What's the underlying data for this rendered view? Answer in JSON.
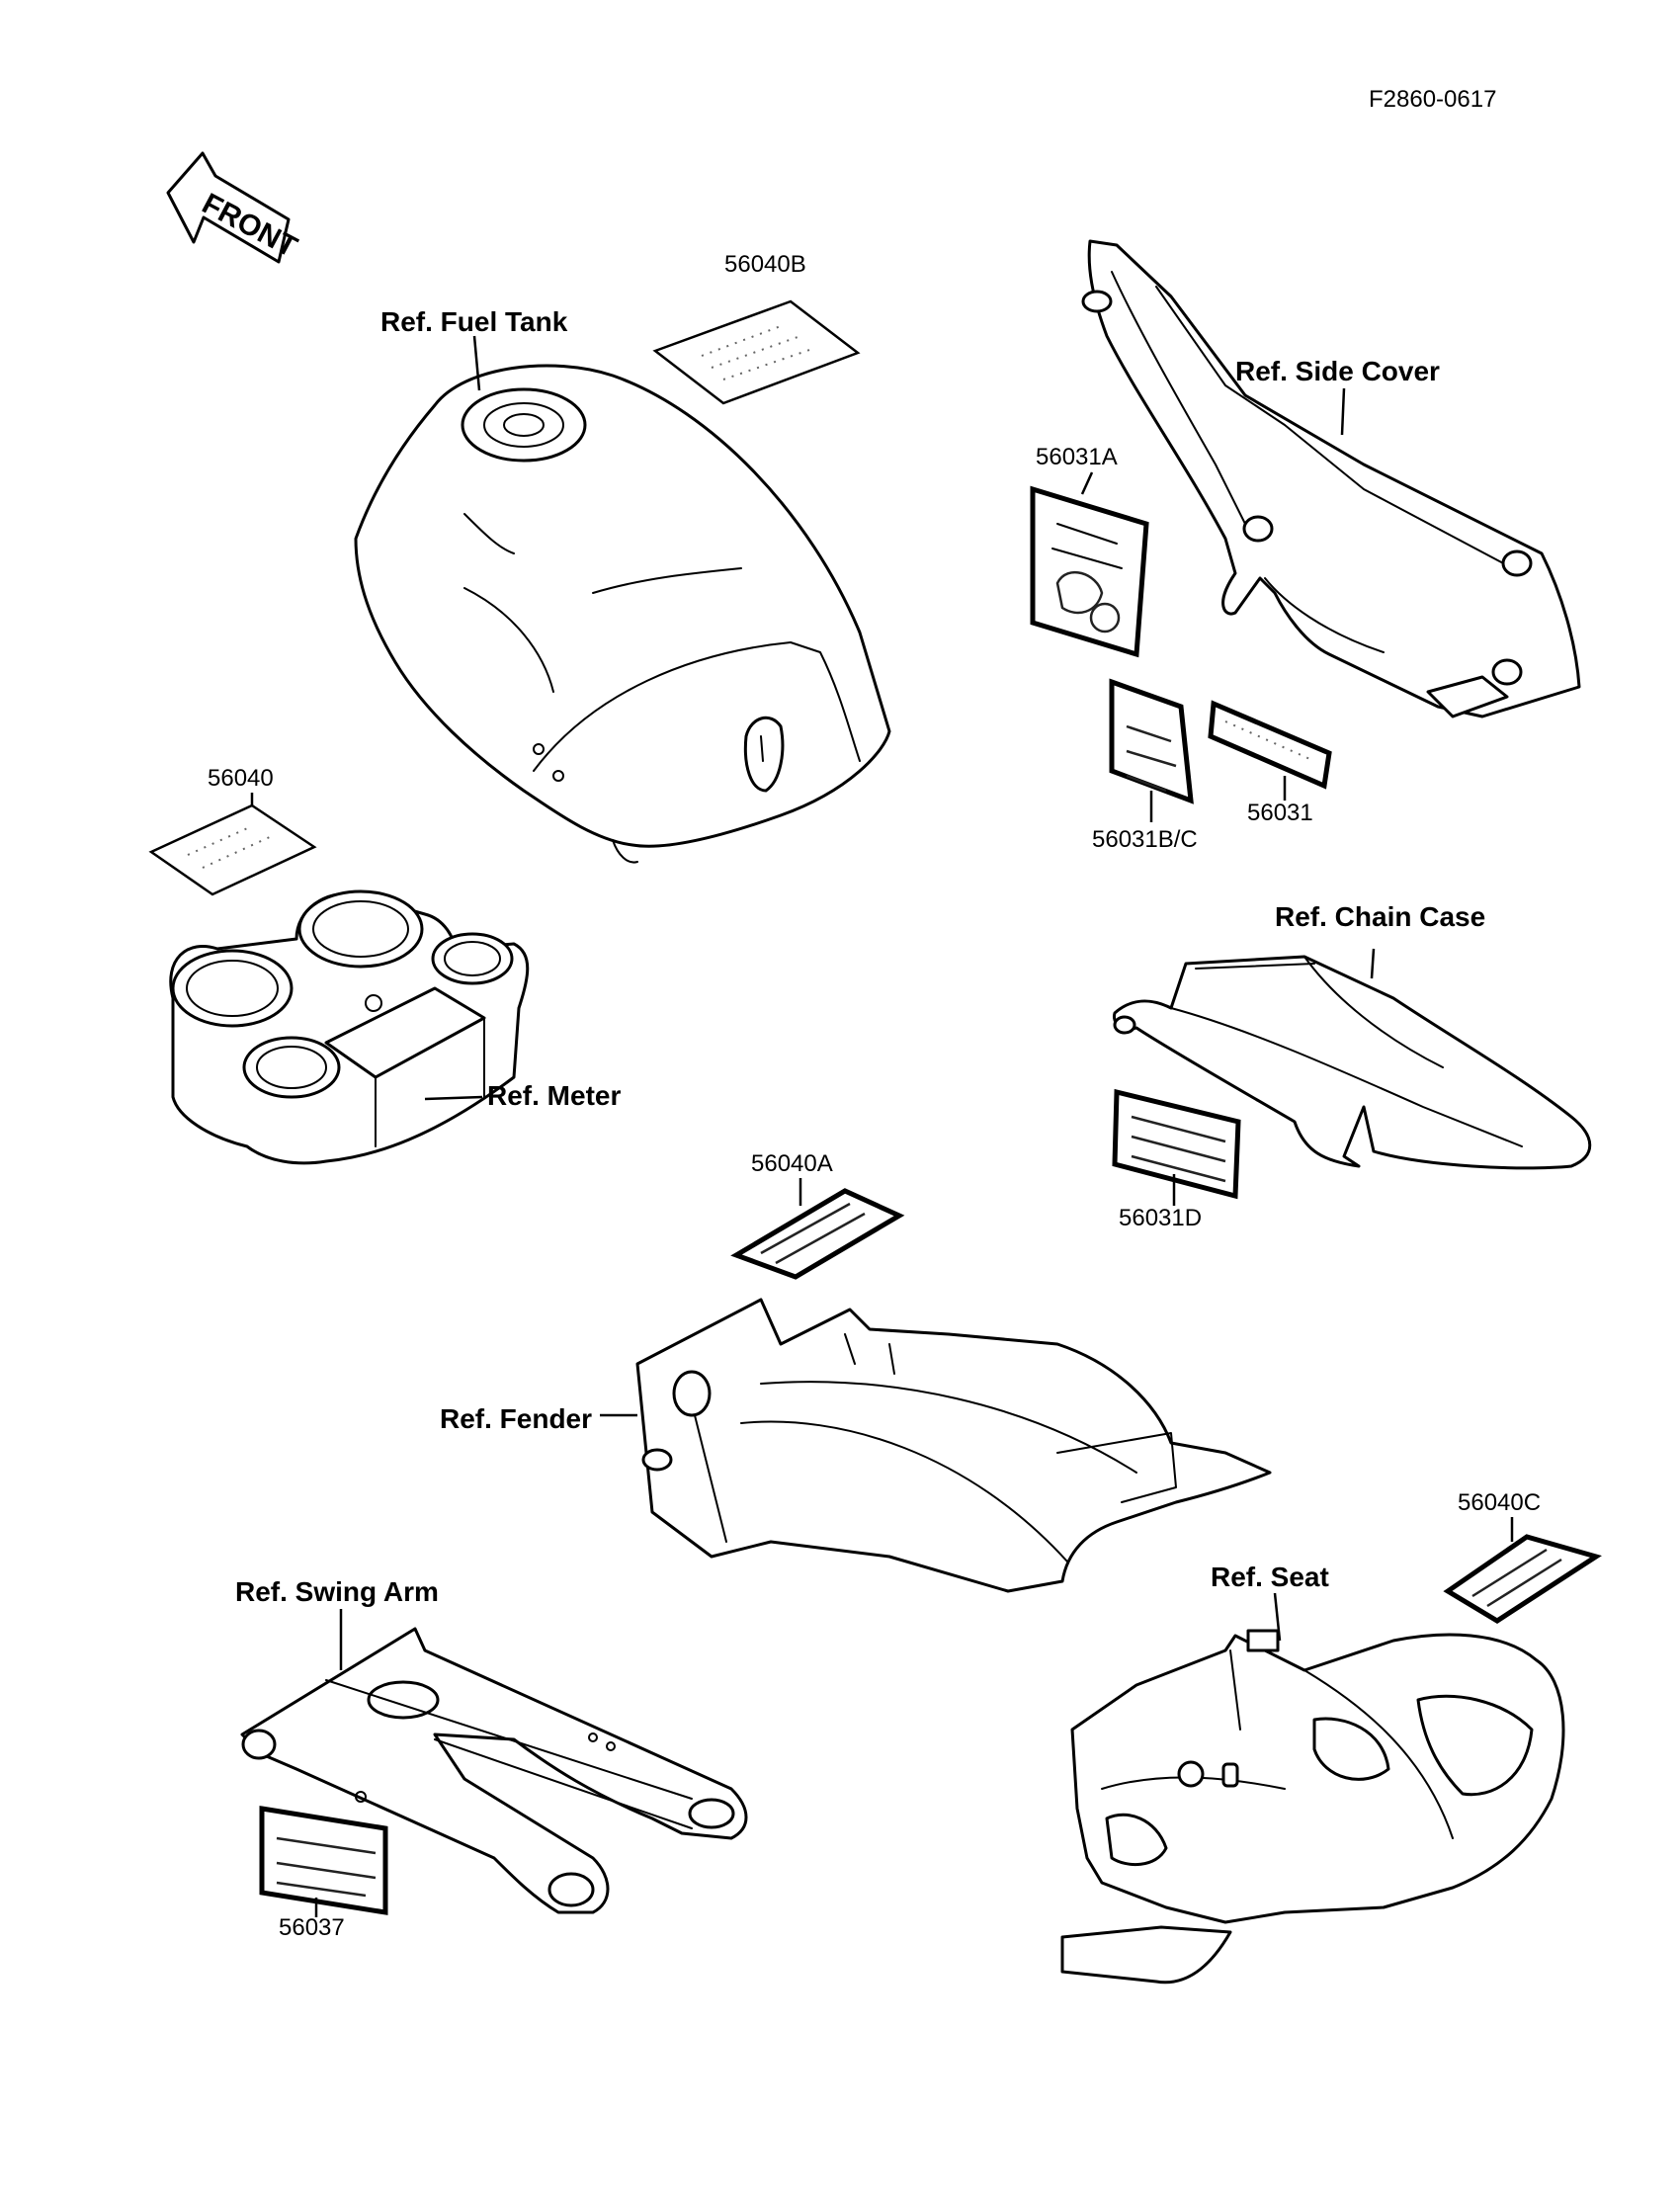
{
  "diagram": {
    "code": "F2860-0617",
    "front_label": "FRONT",
    "labels": {
      "fuel_tank": "Ref. Fuel Tank",
      "side_cover": "Ref. Side Cover",
      "meter": "Ref. Meter",
      "chain_case": "Ref. Chain Case",
      "fender": "Ref. Fender",
      "swing_arm": "Ref. Swing Arm",
      "seat": "Ref. Seat"
    },
    "part_numbers": {
      "p56040B": "56040B",
      "p56040": "56040",
      "p56031A": "56031A",
      "p56031BC": "56031B/C",
      "p56031": "56031",
      "p56031D": "56031D",
      "p56040A": "56040A",
      "p56040C": "56040C",
      "p56037": "56037"
    }
  }
}
